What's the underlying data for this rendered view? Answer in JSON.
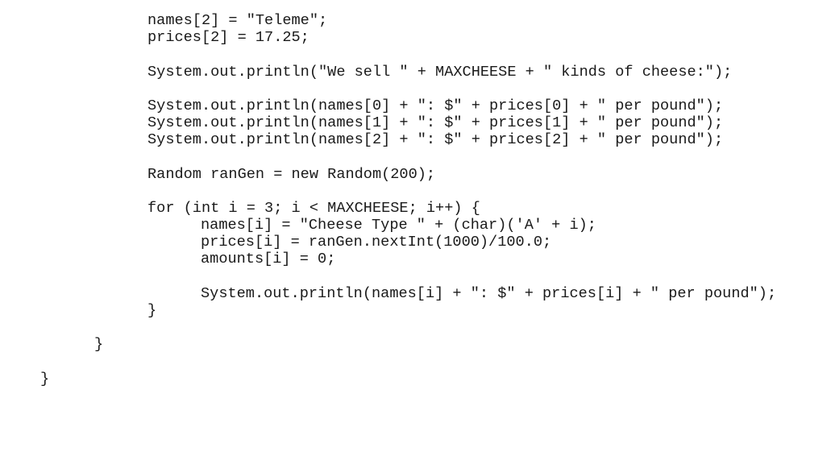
{
  "code": {
    "lines": [
      {
        "text": "names[2] = \"Teleme\";",
        "indent": 3
      },
      {
        "text": "prices[2] = 17.25;",
        "indent": 3
      },
      {
        "text": "",
        "indent": 0
      },
      {
        "text": "System.out.println(\"We sell \" + MAXCHEESE + \" kinds of cheese:\");",
        "indent": 3
      },
      {
        "text": "",
        "indent": 0
      },
      {
        "text": "System.out.println(names[0] + \": $\" + prices[0] + \" per pound\");",
        "indent": 3
      },
      {
        "text": "System.out.println(names[1] + \": $\" + prices[1] + \" per pound\");",
        "indent": 3
      },
      {
        "text": "System.out.println(names[2] + \": $\" + prices[2] + \" per pound\");",
        "indent": 3
      },
      {
        "text": "",
        "indent": 0
      },
      {
        "text": "Random ranGen = new Random(200);",
        "indent": 3
      },
      {
        "text": "",
        "indent": 0
      },
      {
        "text": "for (int i = 3; i < MAXCHEESE; i++) {",
        "indent": 3
      },
      {
        "text": "names[i] = \"Cheese Type \" + (char)('A' + i);",
        "indent": 4
      },
      {
        "text": "prices[i] = ranGen.nextInt(1000)/100.0;",
        "indent": 4
      },
      {
        "text": "amounts[i] = 0;",
        "indent": 4
      },
      {
        "text": "",
        "indent": 0
      },
      {
        "text": "System.out.println(names[i] + \": $\" + prices[i] + \" per pound\");",
        "indent": 4
      },
      {
        "text": "}",
        "indent": 3
      },
      {
        "text": "",
        "indent": 0
      },
      {
        "text": "}",
        "indent": 2
      },
      {
        "text": "",
        "indent": 0
      },
      {
        "text": "}",
        "indent": 1
      }
    ]
  }
}
